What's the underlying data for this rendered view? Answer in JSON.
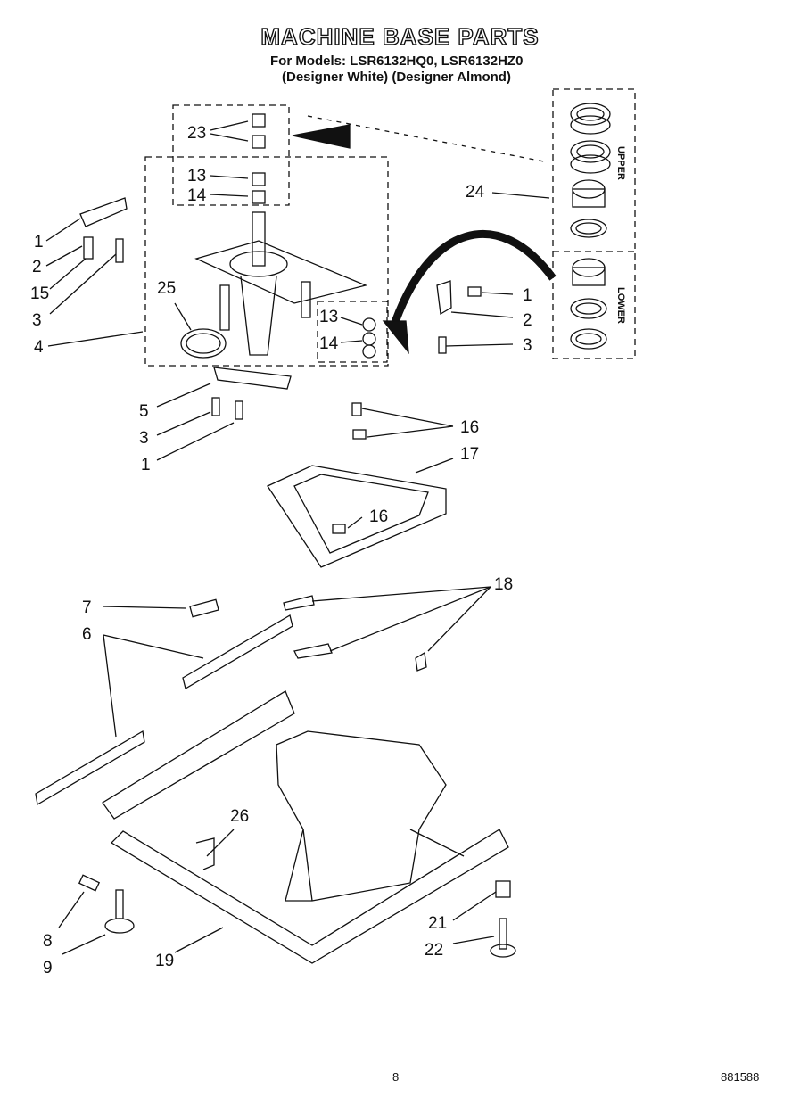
{
  "title": "MACHINE BASE PARTS",
  "models_line": "For Models: LSR6132HQ0, LSR6132HZ0",
  "variants_line": "(Designer White) (Designer Almond)",
  "seal_kit": {
    "upper_label": "UPPER",
    "lower_label": "LOWER"
  },
  "callouts": {
    "c23": "23",
    "c13a": "13",
    "c14a": "14",
    "c1a": "1",
    "c2a": "2",
    "c15": "15",
    "c3a": "3",
    "c4": "4",
    "c25": "25",
    "c13b": "13",
    "c14b": "14",
    "c24": "24",
    "c1b": "1",
    "c2b": "2",
    "c3b": "3",
    "c5": "5",
    "c3c": "3",
    "c1c": "1",
    "c16a": "16",
    "c17": "17",
    "c16b": "16",
    "c7": "7",
    "c6": "6",
    "c18": "18",
    "c26": "26",
    "c8": "8",
    "c9": "9",
    "c19": "19",
    "c21": "21",
    "c22": "22"
  },
  "footer": {
    "page": "8",
    "code": "881588"
  }
}
